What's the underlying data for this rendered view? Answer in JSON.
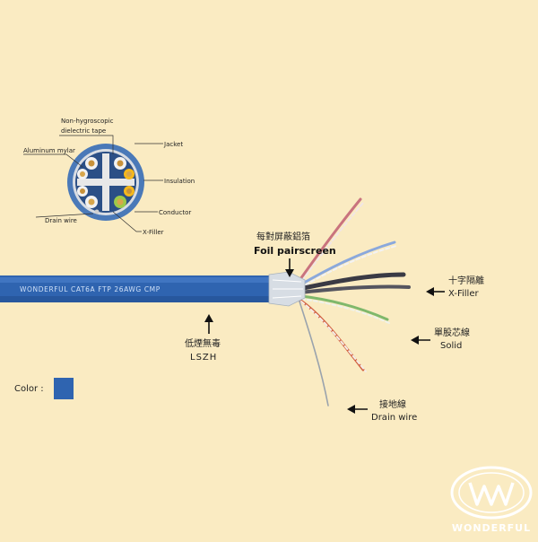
{
  "cross_section": {
    "labels": {
      "tape_line1": "Non-hygroscopic",
      "tape_line2": "dielectric tape",
      "aluminum": "Aluminum mylar",
      "jacket": "Jacket",
      "insulation": "Insulation",
      "conductor": "Conductor",
      "drain": "Drain wire",
      "xfiller": "X-Filler"
    },
    "colors": {
      "jacket": "#4a79b8",
      "foil": "#d9dde3",
      "core_bg": "#2b4f86",
      "filler": "#e8e8e8"
    }
  },
  "cable": {
    "print": "WONDERFUL  CAT6A  FTP  26AWG  CMP",
    "jacket_color": "#2f64b0"
  },
  "callouts": {
    "foil_cn": "每對屏蔽鋁箔",
    "foil_en": "Foil pairscreen",
    "xfiller_cn": "十字隔離",
    "xfiller_en": "X-Filler",
    "solid_cn": "單股芯線",
    "solid_en": "Solid",
    "lszh_cn": "低煙無毒",
    "lszh_en": "LSZH",
    "drain_cn": "接地線",
    "drain_en": "Drain wire"
  },
  "color_swatch": {
    "label": "Color :",
    "color": "#2f64b0"
  },
  "brand": {
    "name": "WONDERFUL"
  }
}
